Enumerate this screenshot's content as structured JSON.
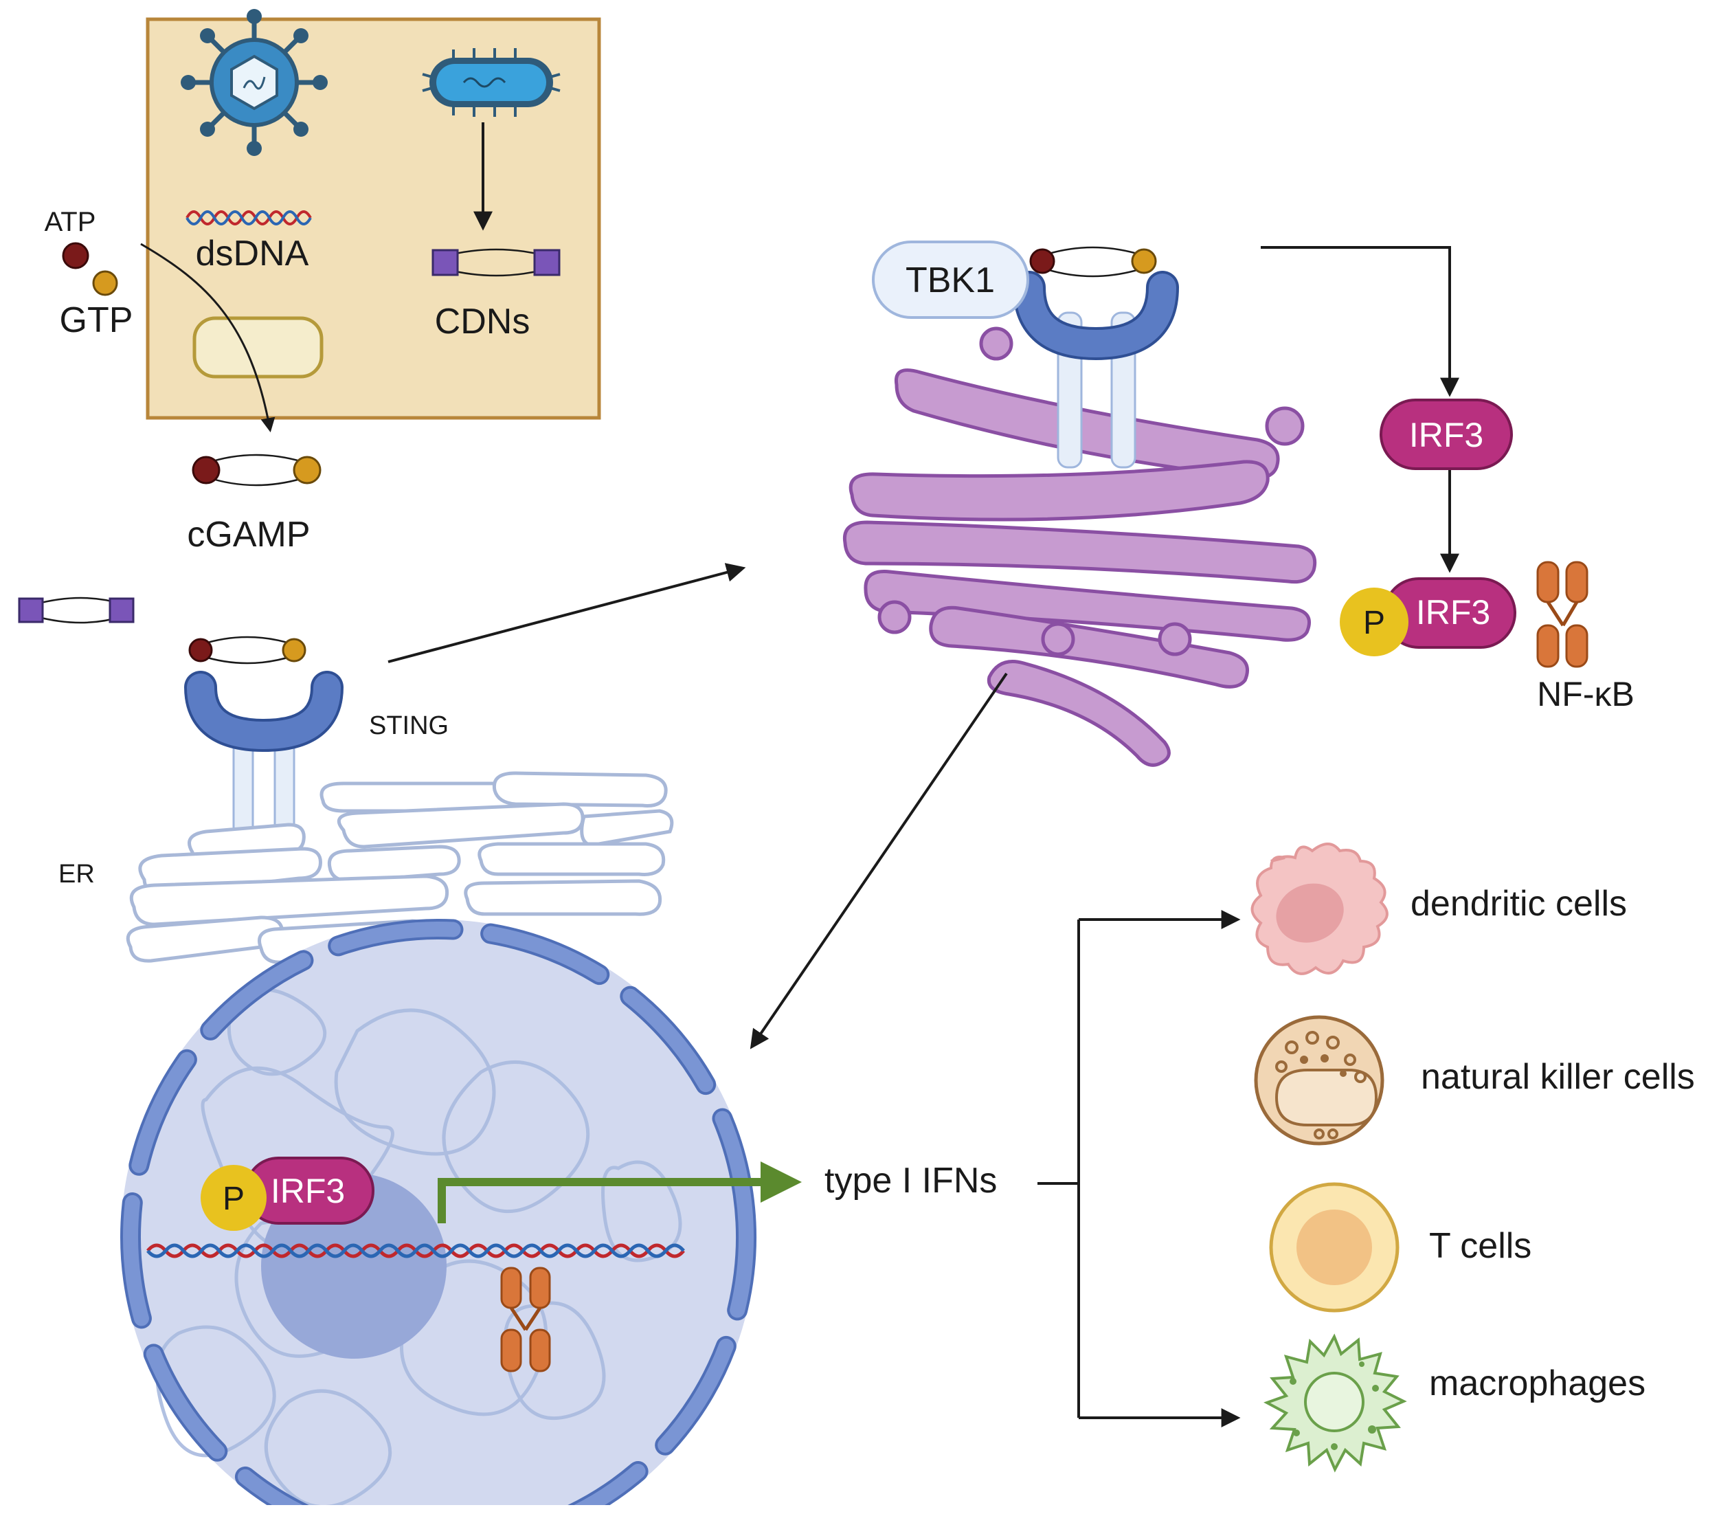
{
  "labels": {
    "atp": "ATP",
    "gtp": "GTP",
    "dsdna": "dsDNA",
    "cdns": "CDNs",
    "cgamp": "cGAMP",
    "sting": "STING",
    "er": "ER",
    "tbk1": "TBK1",
    "irf3": "IRF3",
    "phospho": "P",
    "nfkb": "NF-κB",
    "type_i_ifns": "type I IFNs"
  },
  "target_cells": [
    {
      "label": "dendritic cells",
      "icon": "dendritic-cell-icon"
    },
    {
      "label": "natural killer cells",
      "icon": "nk-cell-icon"
    },
    {
      "label": "T cells",
      "icon": "t-cell-icon"
    },
    {
      "label": "macrophages",
      "icon": "macrophage-icon"
    }
  ],
  "colors": {
    "box_fill": "#f2e0b8",
    "box_border": "#b8863a",
    "sting_blue": "#5b7cc4",
    "golgi_purple": "#c79bd0",
    "irf3_magenta": "#b8307f",
    "phospho_yellow": "#e8c21f",
    "nfkb_orange": "#d9763a",
    "nucleus_fill": "#d2d9ef",
    "transcription_green": "#5b8a2e",
    "atp_red": "#7a1a1a",
    "gtp_gold": "#d69a1f",
    "cdn_purple": "#7a55b8"
  }
}
